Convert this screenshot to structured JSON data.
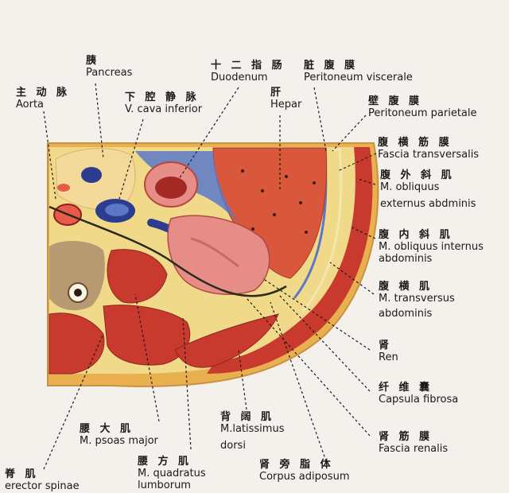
{
  "labels": {
    "pancreas": {
      "zh": "胰",
      "en": "Pancreas"
    },
    "aorta": {
      "zh": "主 动 脉",
      "en": "Aorta"
    },
    "vena_cava": {
      "zh": "下 腔 静 脉",
      "en": "V. cava inferior"
    },
    "duodenum": {
      "zh": "十 二 指 肠",
      "en": "Duodenum"
    },
    "hepar": {
      "zh": "肝",
      "en": "Hepar"
    },
    "peritoneum_viscerale": {
      "zh": "脏 腹 膜",
      "en": "Peritoneum viscerale"
    },
    "peritoneum_parietale": {
      "zh": "壁 腹 膜",
      "en": "Peritoneum parietale"
    },
    "fascia_transversalis": {
      "zh": "腹 横 筋 膜",
      "en": "Fascia transversalis"
    },
    "obliquus_externus": {
      "zh": "腹 外 斜 肌",
      "en1": "M. obliquus",
      "en2": "externus abdminis"
    },
    "obliquus_internus": {
      "zh": "腹 内 斜 肌",
      "en1": "M. obliquus internus",
      "en2": "abdominis"
    },
    "transversus": {
      "zh": "腹 横 肌",
      "en1": "M. transversus",
      "en2": "abdominis"
    },
    "ren": {
      "zh": "肾",
      "en": "Ren"
    },
    "capsula_fibrosa": {
      "zh": "纤 维 囊",
      "en": "Capsula fibrosa"
    },
    "fascia_renalis": {
      "zh": "肾 筋 膜",
      "en": "Fascia renalis"
    },
    "latissimus": {
      "zh": "背 阔 肌",
      "en1": "M.latissimus",
      "en2": "dorsi"
    },
    "psoas": {
      "zh": "腰 大 肌",
      "en": "M. psoas major"
    },
    "quadratus": {
      "zh": "腰 方 肌",
      "en1": "M. quadratus",
      "en2": "lumborum"
    },
    "corpus_adiposum": {
      "zh": "肾 旁 脂 体",
      "en": "Corpus adiposum"
    },
    "erector": {
      "zh": "脊 肌",
      "en": "erector spinae"
    }
  },
  "colors": {
    "muscle": "#c83a2e",
    "liver": "#d9573a",
    "fat": "#f1d98a",
    "wall_outer": "#e9b24e",
    "vessel_blue": "#2c3d8f",
    "kidney": "#e58d86",
    "peritoneum_blue": "#5b78c8"
  }
}
